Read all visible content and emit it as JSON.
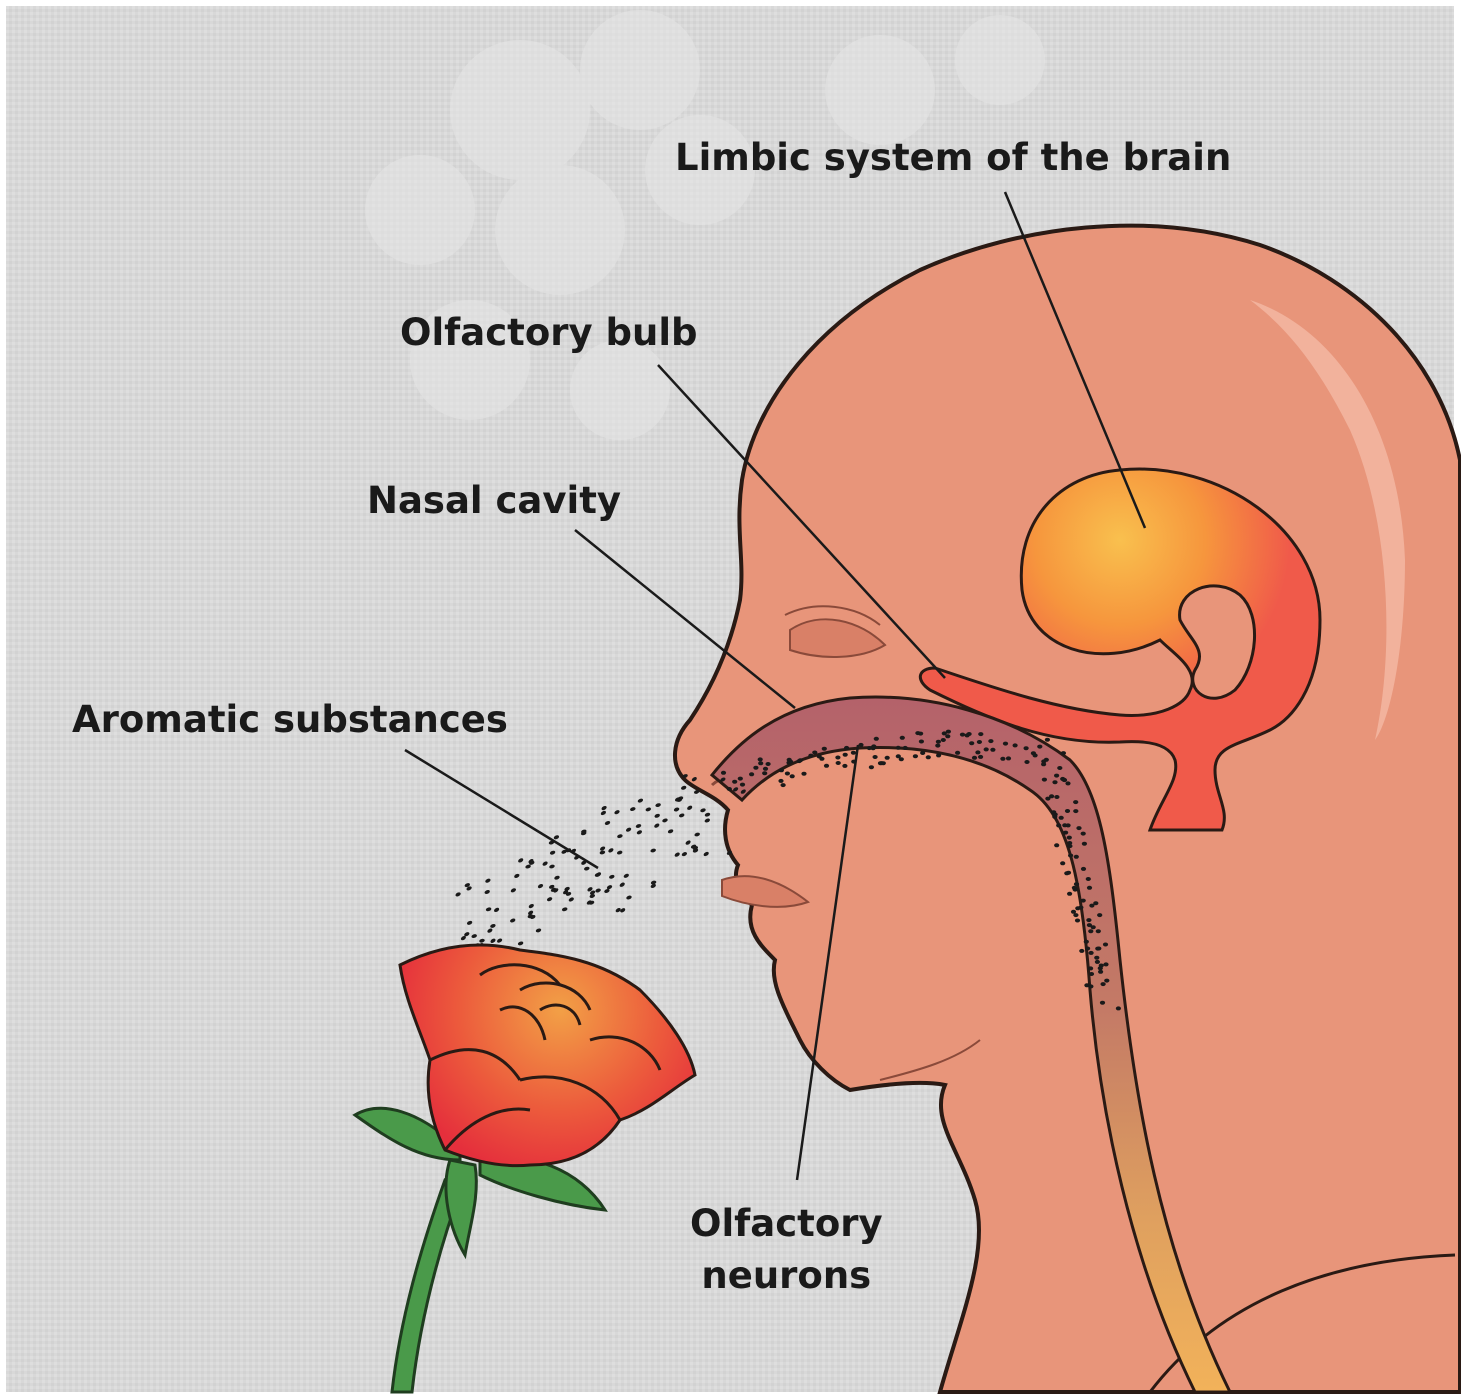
{
  "labels": {
    "limbic": "Limbic system of the brain",
    "bulb": "Olfactory bulb",
    "nasal": "Nasal cavity",
    "aromatic": "Aromatic substances",
    "neurons_line1": "Olfactory",
    "neurons_line2": "neurons"
  },
  "colors": {
    "background": "#d9d9d9",
    "skin": "#e8957a",
    "skin_outline": "#2a1a14",
    "limbic_inner": "#f6b446",
    "limbic_outer": "#f05a4a",
    "nasal_cavity": "#b9636a",
    "pharynx": "#e6a35b",
    "rose_red": "#e8363b",
    "rose_orange": "#f08a3a",
    "leaf_green": "#4a9a4a",
    "leader_line": "#1a1a1a"
  }
}
